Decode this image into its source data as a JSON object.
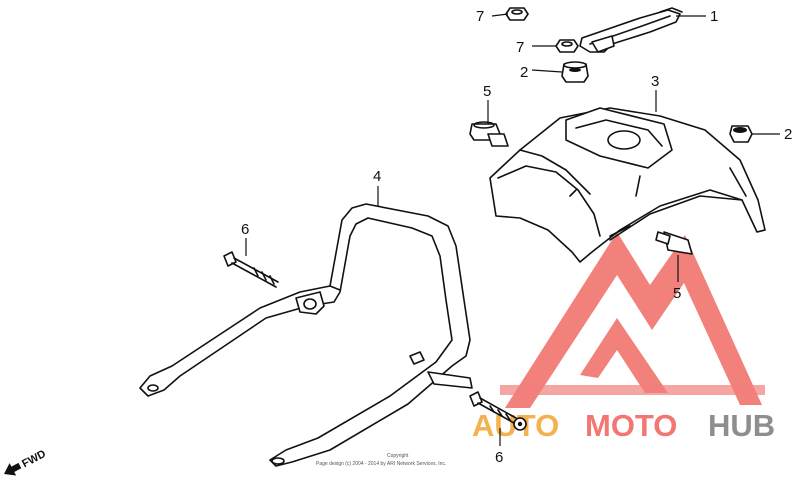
{
  "callouts": [
    {
      "id": "c1",
      "number": "1"
    },
    {
      "id": "c2a",
      "number": "2"
    },
    {
      "id": "c2b",
      "number": "2"
    },
    {
      "id": "c3",
      "number": "3"
    },
    {
      "id": "c4",
      "number": "4"
    },
    {
      "id": "c5a",
      "number": "5"
    },
    {
      "id": "c5b",
      "number": "5"
    },
    {
      "id": "c6a",
      "number": "6"
    },
    {
      "id": "c6b",
      "number": "6"
    },
    {
      "id": "c7a",
      "number": "7"
    },
    {
      "id": "c7b",
      "number": "7"
    }
  ],
  "direction_label": "FWD",
  "copyright": {
    "line1": "Copyright",
    "line2": "Page design (c) 2004 - 2014 by ARI Network Services, Inc."
  },
  "watermark": {
    "text_part1": "AUTO",
    "text_part2": "MOTO",
    "text_part3": "HUB",
    "colors": {
      "red": "#f0605a",
      "orange": "#f3a531",
      "gray": "#7b7b7b"
    }
  }
}
